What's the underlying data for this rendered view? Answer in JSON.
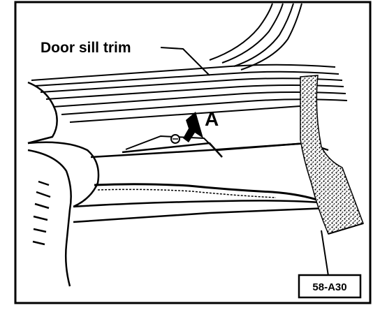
{
  "labels": {
    "callout": "Door sill trim",
    "marker": "A"
  },
  "reference_code": "58-A30",
  "colors": {
    "ink": "#000000",
    "paper": "#ffffff"
  }
}
